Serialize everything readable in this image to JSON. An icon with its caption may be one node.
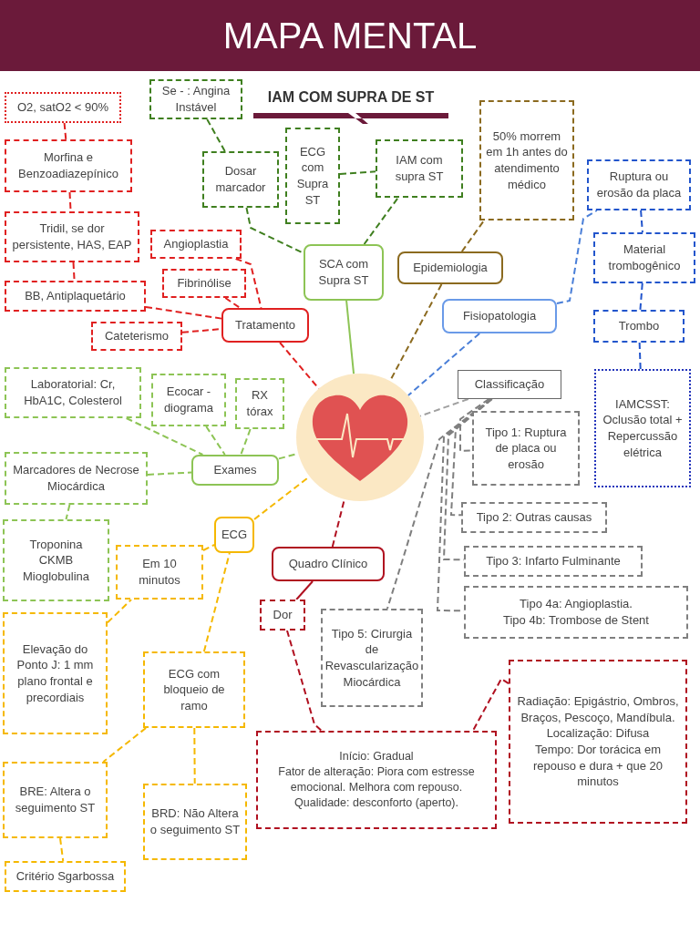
{
  "diagram": {
    "title": "MAPA MENTAL",
    "nodes": [
      {
        "text": [],
        "shape": "picture"
      },
      {
        "text": [
          "SCA com Supra ST"
        ]
      },
      {
        "text": [
          "Se - : Angina Instável"
        ]
      },
      {
        "text": [
          "Dosar marcador"
        ]
      },
      {
        "text": [
          "ECG com Supra ST"
        ]
      },
      {
        "text": [
          "IAM com supra ST"
        ]
      },
      {
        "text": [
          "Epidemiologia"
        ]
      },
      {
        "text": [
          "50% morrem em 1h antes do atendimento médico"
        ]
      },
      {
        "text": [
          "Fisiopatologia"
        ]
      },
      {
        "text": [
          "Ruptura ou erosão da placa"
        ]
      },
      {
        "text": [
          "Material trombogênico"
        ]
      },
      {
        "text": [
          "Trombo"
        ]
      },
      {
        "text": [
          "IAMCSST: Oclusão total + Repercussão elétrica"
        ]
      },
      {
        "text": [
          "Classificação"
        ]
      },
      {
        "text": [
          "Tipo 1: Ruptura de placa ou erosão"
        ]
      },
      {
        "text": [
          "Tipo 2: Outras causas"
        ]
      },
      {
        "text": [
          "Tipo 3: Infarto Fulminante"
        ]
      },
      {
        "text": [
          "Tipo 4a: Angioplastia.",
          "Tipo 4b: Trombose de Stent"
        ]
      },
      {
        "text": [
          "Tipo 5: Cirurgia de Revascularização Miocárdica"
        ]
      },
      {
        "text": [
          "Tratamento"
        ]
      },
      {
        "text": [
          "Angioplastia"
        ]
      },
      {
        "text": [
          "Fibrinólise"
        ]
      },
      {
        "text": [
          "BB, Antiplaquetário"
        ]
      },
      {
        "text": [
          "Cateterismo"
        ]
      },
      {
        "text": [
          "Tridil, se dor persistente, HAS, EAP"
        ]
      },
      {
        "text": [
          "Morfina e Benzoadiazepínico"
        ]
      },
      {
        "text": [
          "O2, satO2 < 90%"
        ]
      },
      {
        "text": [
          "Exames"
        ]
      },
      {
        "text": [
          "Laboratorial: Cr, HbA1C, Colesterol"
        ]
      },
      {
        "text": [
          "Ecocar - diograma"
        ]
      },
      {
        "text": [
          "RX tórax"
        ]
      },
      {
        "text": [
          "Marcadores de Necrose Miocárdica"
        ]
      },
      {
        "text": [
          "Troponina",
          "CKMB",
          "Mioglobulina"
        ]
      },
      {
        "text": [
          "ECG"
        ]
      },
      {
        "text": [
          "Em 10 minutos"
        ]
      },
      {
        "text": [
          "Elevação do Ponto J: 1 mm plano frontal e precordiais"
        ]
      },
      {
        "text": [
          "ECG com bloqueio de ramo"
        ]
      },
      {
        "text": [
          "BRE: Altera o seguimento ST"
        ]
      },
      {
        "text": [
          "BRD: Não Altera o seguimento ST"
        ]
      },
      {
        "text": [
          "Critério Sgarbossa"
        ]
      },
      {
        "text": [
          "Quadro Clínico"
        ]
      },
      {
        "text": [
          "Dor"
        ]
      },
      {
        "text": [
          "Início: Gradual",
          "Fator de alteração: Piora com estresse emocional. Melhora com repouso.",
          "Qualidade: desconforto (aperto)."
        ]
      },
      {
        "text": [
          "Radiação: Epigástrio, Ombros, Braços, Pescoço, Mandíbula.",
          "Localização: Difusa",
          "Tempo: Dor torácica em repouso e dura + que 20 minutos"
        ]
      }
    ],
    "edges": [
      {
        "from": 1,
        "to": 0,
        "arrow": "none",
        "color": "#8dc455"
      },
      {
        "from": 3,
        "to": 1,
        "arrow": "none",
        "style": "dashed",
        "color": "#3f7f1f"
      },
      {
        "from": 2,
        "to": 3,
        "arrow": "none",
        "style": "dashed",
        "color": "#3f7f1f"
      },
      {
        "from": 1,
        "to": 5,
        "arrow": "none",
        "style": "dashed",
        "color": "#3f7f1f"
      },
      {
        "from": 4,
        "to": 5,
        "arrow": "none",
        "style": "dashed",
        "color": "#3f7f1f"
      },
      {
        "from": 6,
        "to": 0,
        "arrow": "none",
        "style": "dashed",
        "color": "#8b6a1f"
      },
      {
        "from": 6,
        "to": 7,
        "arrow": "none",
        "style": "dashed",
        "color": "#8b6a1f"
      },
      {
        "from": 8,
        "to": 0,
        "arrow": "none",
        "style": "dashed",
        "color": "#4a7fd8"
      },
      {
        "from": 8,
        "to": 9,
        "arrow": "none",
        "style": "dashed",
        "color": "#4a7fd8"
      },
      {
        "from": 9,
        "to": 10,
        "arrow": "none",
        "style": "dashed",
        "color": "#2255cc"
      },
      {
        "from": 10,
        "to": 11,
        "arrow": "none",
        "style": "dashed",
        "color": "#2255cc"
      },
      {
        "from": 11,
        "to": 12,
        "arrow": "none",
        "style": "dashed",
        "color": "#2255cc"
      },
      {
        "from": 13,
        "to": 0,
        "arrow": "none",
        "style": "dashed",
        "color": "#a0a0a0"
      },
      {
        "from": 13,
        "to": 14,
        "arrow": "none",
        "style": "dashed",
        "color": "#7f7f7f"
      },
      {
        "from": 13,
        "to": 15,
        "arrow": "none",
        "style": "dashed",
        "color": "#7f7f7f"
      },
      {
        "from": 13,
        "to": 16,
        "arrow": "none",
        "style": "dashed",
        "color": "#7f7f7f"
      },
      {
        "from": 13,
        "to": 17,
        "arrow": "none",
        "style": "dashed",
        "color": "#7f7f7f"
      },
      {
        "from": 13,
        "to": 18,
        "arrow": "none",
        "style": "dashed",
        "color": "#7f7f7f"
      },
      {
        "from": 19,
        "to": 0,
        "arrow": "none",
        "style": "dashed",
        "color": "#e02020"
      },
      {
        "from": 20,
        "to": 19,
        "arrow": "none",
        "style": "dashed",
        "color": "#e02020"
      },
      {
        "from": 21,
        "to": 19,
        "arrow": "none",
        "style": "dashed",
        "color": "#e02020"
      },
      {
        "from": 22,
        "to": 19,
        "arrow": "none",
        "style": "dashed",
        "color": "#e02020"
      },
      {
        "from": 23,
        "to": 19,
        "arrow": "none",
        "style": "dashed",
        "color": "#e02020"
      },
      {
        "from": 26,
        "to": 25,
        "arrow": "none",
        "style": "dashed",
        "color": "#e02020"
      },
      {
        "from": 25,
        "to": 24,
        "arrow": "none",
        "style": "dashed",
        "color": "#e02020"
      },
      {
        "from": 24,
        "to": 22,
        "arrow": "none",
        "style": "dashed",
        "color": "#e02020"
      },
      {
        "from": 27,
        "to": 0,
        "arrow": "none",
        "style": "dashed",
        "color": "#8dc455"
      },
      {
        "from": 28,
        "to": 27,
        "arrow": "none",
        "style": "dashed",
        "color": "#8dc455"
      },
      {
        "from": 29,
        "to": 27,
        "arrow": "none",
        "style": "dashed",
        "color": "#8dc455"
      },
      {
        "from": 30,
        "to": 27,
        "arrow": "none",
        "style": "dashed",
        "color": "#8dc455"
      },
      {
        "from": 31,
        "to": 27,
        "arrow": "none",
        "style": "dashed",
        "color": "#8dc455"
      },
      {
        "from": 31,
        "to": 32,
        "arrow": "none",
        "style": "dashed",
        "color": "#8dc455"
      },
      {
        "from": 33,
        "to": 0,
        "arrow": "none",
        "style": "dashed",
        "color": "#f5b800"
      },
      {
        "from": 34,
        "to": 33,
        "arrow": "none",
        "style": "dashed",
        "color": "#f5b800"
      },
      {
        "from": 36,
        "to": 33,
        "arrow": "none",
        "style": "dashed",
        "color": "#f5b800"
      },
      {
        "from": 35,
        "to": 34,
        "arrow": "none",
        "style": "dashed",
        "color": "#f5b800"
      },
      {
        "from": 36,
        "to": 37,
        "arrow": "none",
        "style": "dashed",
        "color": "#f5b800"
      },
      {
        "from": 36,
        "to": 38,
        "arrow": "none",
        "style": "dashed",
        "color": "#f5b800"
      },
      {
        "from": 37,
        "to": 39,
        "arrow": "none",
        "style": "dashed",
        "color": "#f5b800"
      },
      {
        "from": 40,
        "to": 0,
        "arrow": "none",
        "style": "dashed",
        "color": "#b01020"
      },
      {
        "from": 40,
        "to": 41,
        "arrow": "none",
        "color": "#b01020"
      },
      {
        "from": 41,
        "to": 42,
        "arrow": "none",
        "style": "dashed",
        "color": "#b01020"
      },
      {
        "from": 43,
        "to": 42,
        "arrow": "none",
        "style": "dashed",
        "color": "#b01020"
      }
    ],
    "labels": [
      "IAM COM SUPRA DE ST"
    ]
  }
}
